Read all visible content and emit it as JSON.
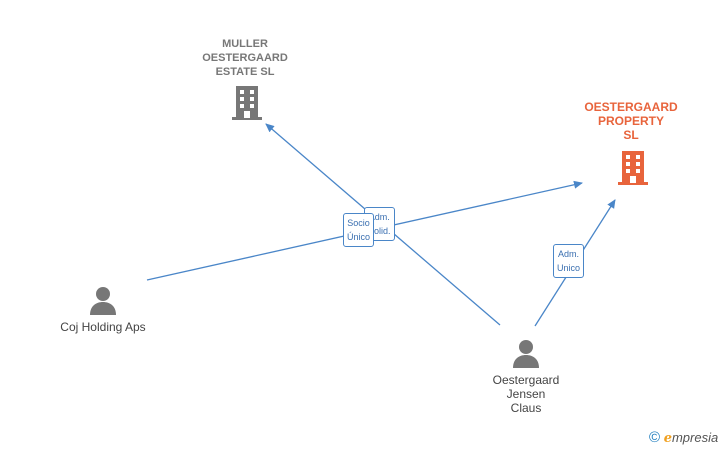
{
  "nodes": {
    "muller": {
      "label": "MULLER\nOESTERGAARD\nESTATE  SL",
      "icon": "building-icon",
      "color": "#777777"
    },
    "property": {
      "label": "OESTERGAARD\nPROPERTY\nSL",
      "icon": "building-icon",
      "color": "#e8643c"
    },
    "coj": {
      "label": "Coj Holding Aps",
      "icon": "person-icon",
      "color": "#777777"
    },
    "jensen": {
      "label": "Oestergaard\nJensen\nClaus",
      "icon": "person-icon",
      "color": "#777777"
    }
  },
  "edges": [
    {
      "from": "jensen",
      "to": "muller",
      "label": "Adm.\nSolid."
    },
    {
      "from": "coj",
      "to": "property",
      "label": "Socio\nÚnico"
    },
    {
      "from": "jensen",
      "to": "property",
      "label": "Adm.\nUnico"
    }
  ],
  "edge_color": "#4a86c8",
  "brand": {
    "copyright": "©",
    "e": "e",
    "name": "mpresia"
  }
}
